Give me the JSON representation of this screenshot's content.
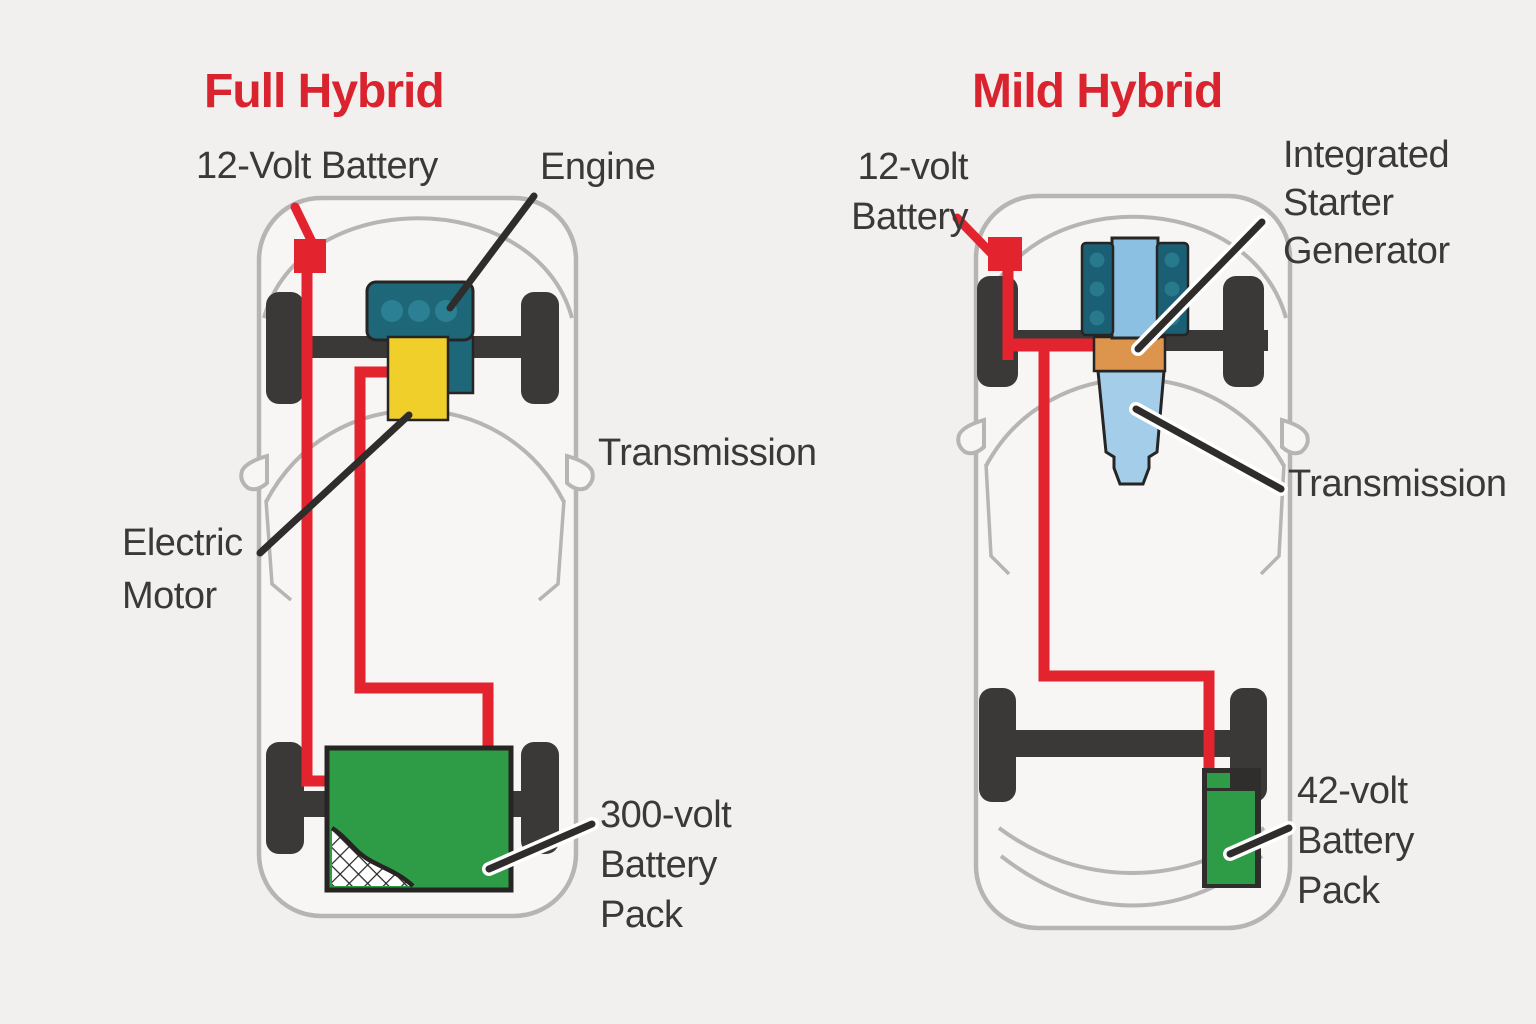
{
  "left_diagram": {
    "title": "Full Hybrid",
    "labels": {
      "battery_12v": "12-Volt Battery",
      "engine": "Engine",
      "transmission": "Transmission",
      "electric_motor": "Electric\nMotor",
      "battery_pack": "300-volt\nBattery\nPack"
    },
    "components": [
      "12-volt battery",
      "engine",
      "electric motor",
      "transmission",
      "300-volt battery pack"
    ]
  },
  "right_diagram": {
    "title": "Mild Hybrid",
    "labels": {
      "battery_12v": "12-volt\nBattery",
      "integrated_starter_generator": "Integrated\nStarter\nGenerator",
      "transmission": "Transmission",
      "battery_pack": "42-volt\nBattery\nPack"
    },
    "components": [
      "12-volt battery",
      "engine",
      "integrated starter generator",
      "transmission",
      "42-volt battery pack"
    ]
  },
  "colors": {
    "background": "#f1f0ee",
    "title_red": "#d9232e",
    "wire_red": "#e3242e",
    "label_dark": "#3a3938",
    "car_outline_gray": "#b6b5b3",
    "wheel_dark": "#3a3937",
    "engine_teal": "#1d6779",
    "engine_circle_teal": "#2b8193",
    "motor_yellow": "#f0cf2a",
    "battery_green": "#2e9c46",
    "isg_orange": "#dd954e",
    "column_blue": "#8cc0e2",
    "transmission_blue": "#a4cde9"
  }
}
